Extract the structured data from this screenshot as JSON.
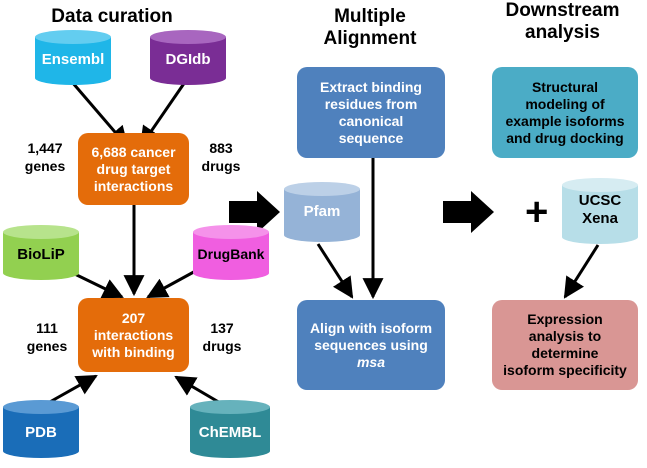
{
  "headers": {
    "curation": "Data curation",
    "alignment_line1": "Multiple",
    "alignment_line2": "Alignment",
    "downstream_line1": "Downstream",
    "downstream_line2": "analysis"
  },
  "sources": {
    "ensembl": "Ensembl",
    "dgidb": "DGIdb",
    "biolip": "BioLiP",
    "drugbank": "DrugBank",
    "pdb": "PDB",
    "chembl": "ChEMBL",
    "pfam": "Pfam",
    "ucsc_line1": "UCSC",
    "ucsc_line2": "Xena"
  },
  "curation": {
    "box1_line1": "6,688 cancer",
    "box1_line2": "drug target",
    "box1_line3": "interactions",
    "left1_line1": "1,447",
    "left1_line2": "genes",
    "right1_line1": "883",
    "right1_line2": "drugs",
    "box2_line1": "207",
    "box2_line2": "interactions",
    "box2_line3": "with binding",
    "left2_line1": "111",
    "left2_line2": "genes",
    "right2_line1": "137",
    "right2_line2": "drugs"
  },
  "alignment": {
    "extract_line1": "Extract binding",
    "extract_line2": "residues from",
    "extract_line3": "canonical",
    "extract_line4": "sequence",
    "align_line1": "Align with isoform",
    "align_line2": "sequences using",
    "align_line3": "msa"
  },
  "downstream": {
    "structural_line1": "Structural",
    "structural_line2": "modeling of",
    "structural_line3": "example isoforms",
    "structural_line4": "and drug docking",
    "plus": "+",
    "expression_line1": "Expression",
    "expression_line2": "analysis to",
    "expression_line3": "determine",
    "expression_line4": "isoform specificity"
  },
  "colors": {
    "ensembl": "#1fb6e8",
    "dgidb": "#7a2d95",
    "biolip": "#92d050",
    "drugbank": "#f05ee0",
    "pdb": "#1a6db8",
    "chembl": "#2f8a96",
    "pfam": "#95b3d7",
    "ucsc": "#b7dee8",
    "orange_box": "#e46c0a",
    "blue_box": "#4f81bd",
    "teal_box": "#4bacc6",
    "pink_box": "#d99694"
  }
}
